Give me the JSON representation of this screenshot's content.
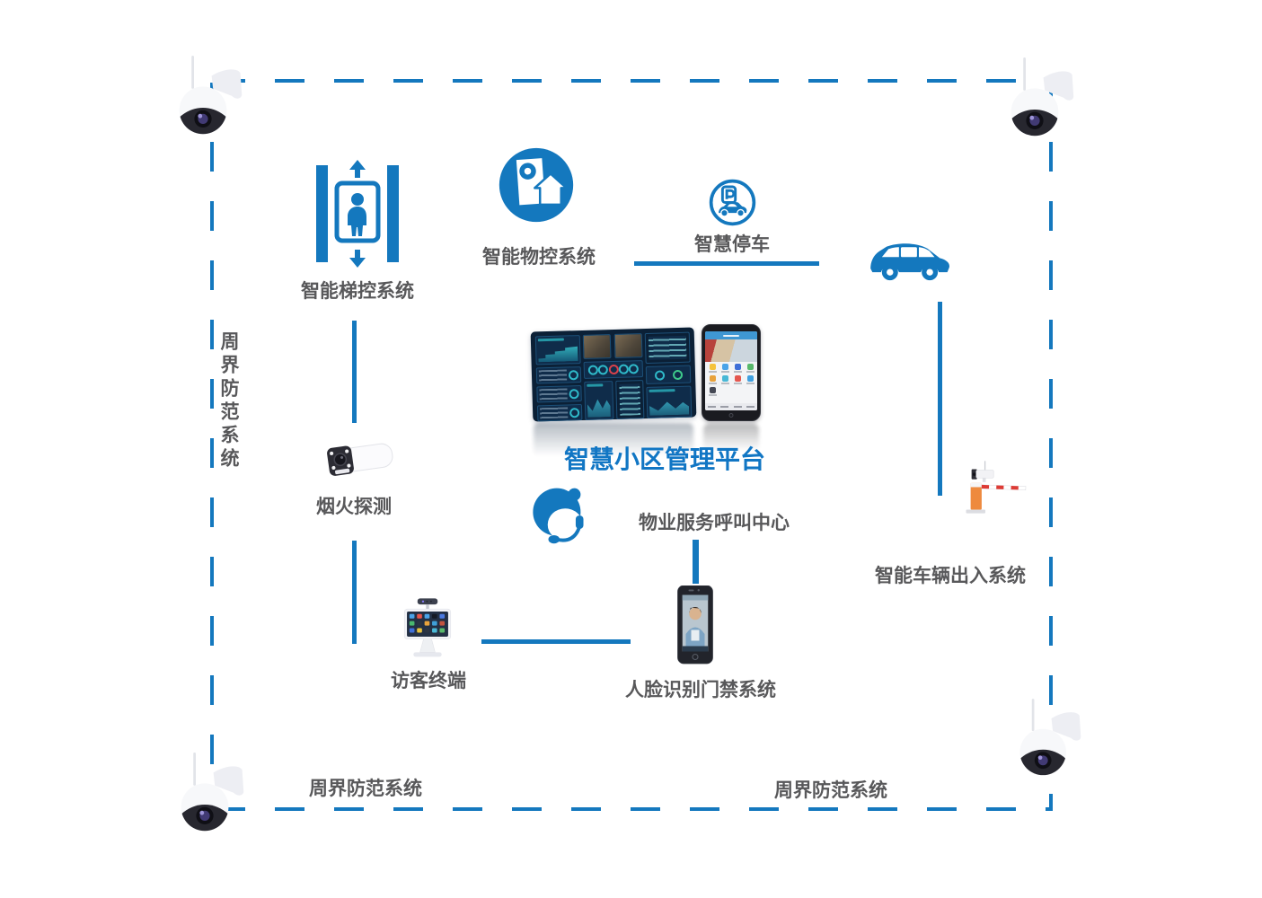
{
  "diagram_title": {
    "platform_label": "智慧小区管理平台"
  },
  "perimeter": {
    "side_label_vertical": "周界防范系统",
    "bottom_left_label": "周界防范系统",
    "bottom_right_label": "周界防范系统"
  },
  "nodes": {
    "elevator_control": {
      "label": "智能梯控系统",
      "icon": "elevator-icon"
    },
    "property_control": {
      "label": "智能物控系统",
      "icon": "home-control-icon"
    },
    "smart_parking": {
      "label": "智慧停车",
      "icon": "parking-icon"
    },
    "vehicle_access": {
      "label": "智能车辆出入系统",
      "icon": "barrier-gate-icon"
    },
    "smoke_fire_detection": {
      "label": "烟火探测",
      "icon": "bullet-camera-icon"
    },
    "property_call_center": {
      "label": "物业服务呼叫中心",
      "icon": "headset-agent-icon"
    },
    "visitor_terminal": {
      "label": "访客终端",
      "icon": "visitor-terminal-icon"
    },
    "face_access_control": {
      "label": "人脸识别门禁系统",
      "icon": "face-terminal-icon"
    }
  },
  "colors": {
    "accent_blue": "#1478be",
    "title_blue": "#1176c4",
    "label_gray": "#58585a",
    "barrier_orange": "#ee8a3e"
  }
}
